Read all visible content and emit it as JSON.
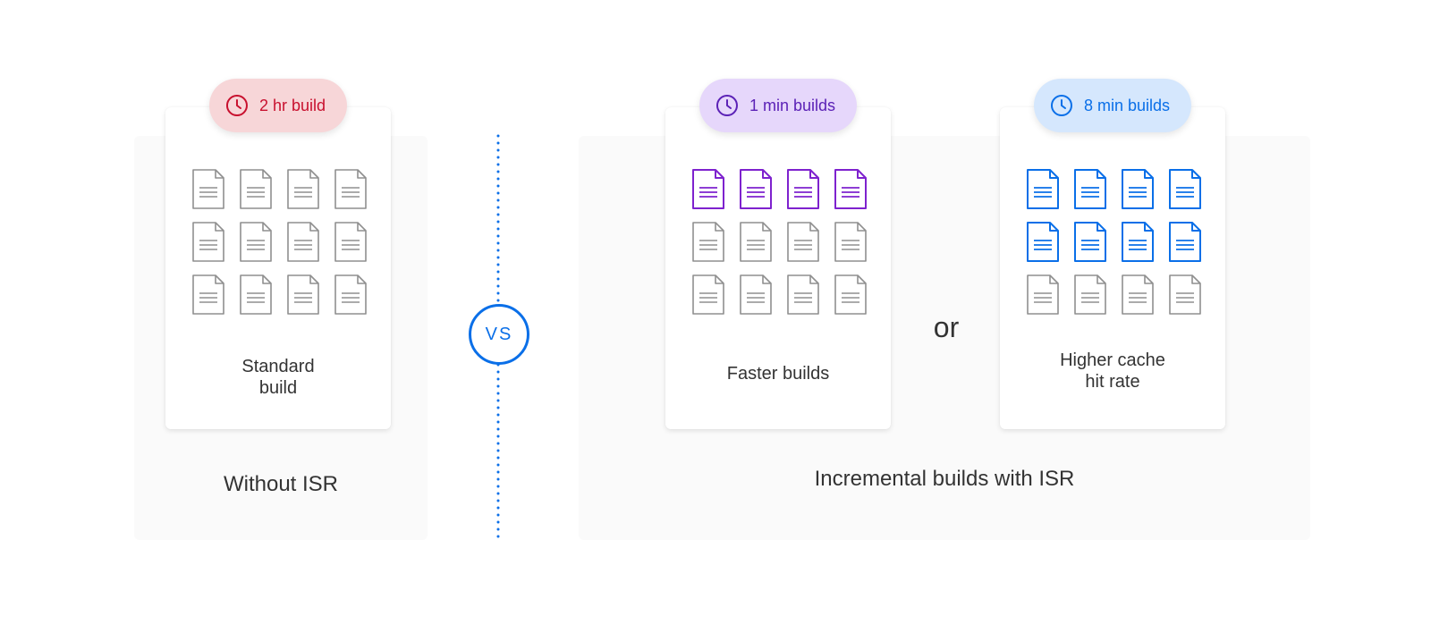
{
  "sections": {
    "without_isr": "Without ISR",
    "with_isr": "Incremental builds with ISR"
  },
  "separator": {
    "vs": "VS",
    "or": "or"
  },
  "cards": [
    {
      "id": "standard",
      "badge": "2 hr build",
      "label": "Standard\nbuild",
      "badge_bg": "#f7d6d8",
      "badge_color": "#c8102e",
      "highlight_color": "#7e22ce",
      "highlighted_docs": 0,
      "total_docs": 12
    },
    {
      "id": "faster",
      "badge": "1 min builds",
      "label": "Faster builds",
      "badge_bg": "#e6d7fb",
      "badge_color": "#5b21b6",
      "highlight_color": "#7e22ce",
      "highlighted_docs": 4,
      "total_docs": 12
    },
    {
      "id": "cache",
      "badge": "8 min builds",
      "label": "Higher cache\nhit rate",
      "badge_bg": "#d5e7fd",
      "badge_color": "#0a6fe8",
      "highlight_color": "#0a6fe8",
      "highlighted_docs": 8,
      "total_docs": 12
    }
  ],
  "colors": {
    "doc_default": "#8f8f8f",
    "divider": "#0a6fe8",
    "panel_bg": "#fafafa",
    "text": "#333333"
  },
  "icons": {
    "badge": "clock-icon",
    "file": "document-icon"
  }
}
